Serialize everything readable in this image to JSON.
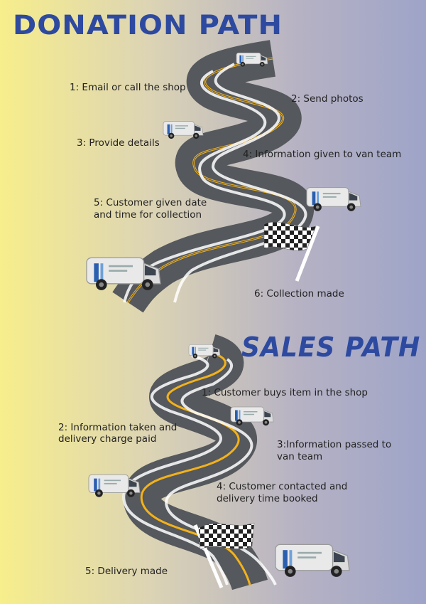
{
  "donation": {
    "title": "DONATION PATH",
    "steps": [
      "1: Email or call the shop",
      "2: Send photos",
      "3: Provide details",
      "4: Information given to van team",
      "5: Customer given date",
      "and time for collection",
      "6: Collection made"
    ]
  },
  "sales": {
    "title": "SALES PATH",
    "steps": [
      "1: Customer buys item in the shop",
      "2: Information taken and",
      "delivery charge paid",
      "3:Information passed to",
      "van team",
      "4: Customer contacted and",
      "delivery time booked",
      "5: Delivery made"
    ]
  },
  "colors": {
    "heading": "#2d4aa0",
    "road": "#55585c",
    "road_edge": "#ffffff",
    "center_line": "#f3b21a",
    "van_body": "#e8e8e8",
    "van_stripe": "#2a5fb0"
  },
  "icons": [
    "van-icon",
    "checkered-flag-icon"
  ]
}
